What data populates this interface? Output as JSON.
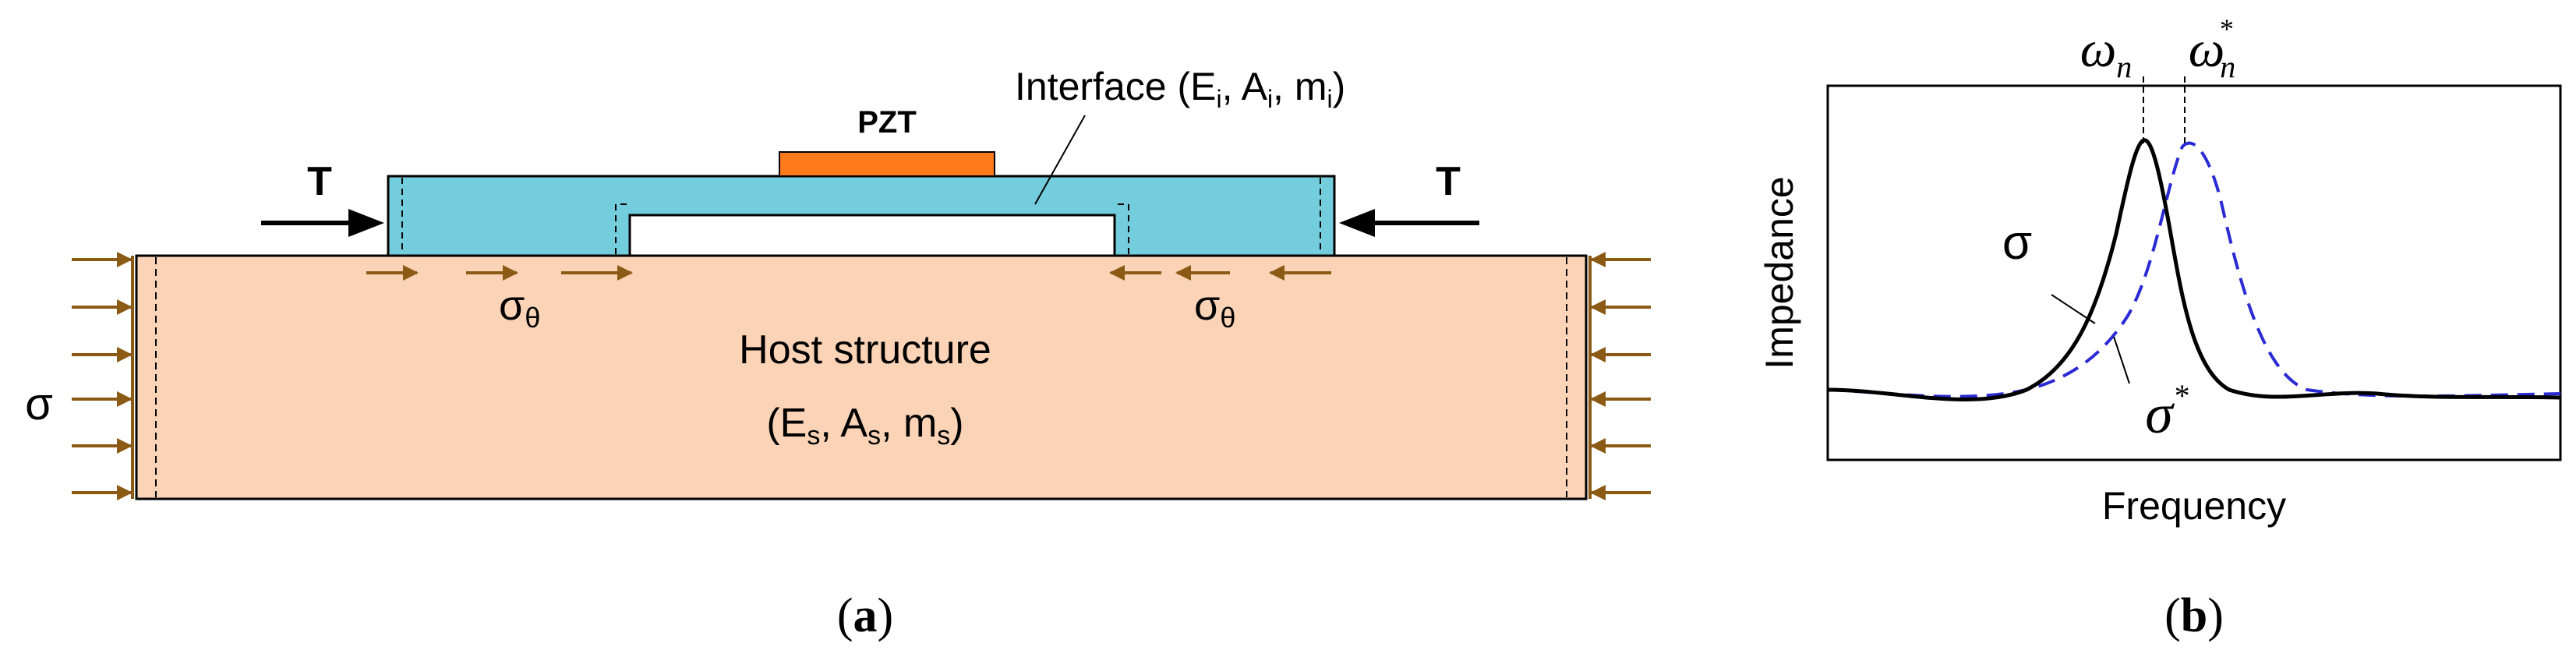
{
  "panel_a": {
    "pzt_label": "PZT",
    "interface_label": {
      "prefix": "Interface (E",
      "e_sub": "i",
      "sep1": ", A",
      "a_sub": "i",
      "sep2": ", m",
      "m_sub": "i",
      "suffix": ")"
    },
    "host_label_line1": "Host structure",
    "host_label_line2": {
      "prefix": "(E",
      "e_sub": "s",
      "sep1": ", A",
      "a_sub": "s",
      "sep2": ", m",
      "m_sub": "s",
      "suffix": ")"
    },
    "tension_left": "T",
    "tension_right": "T",
    "stress_left": {
      "symbol": "σ",
      "sub": "θ"
    },
    "stress_right": {
      "symbol": "σ",
      "sub": "θ"
    },
    "applied_stress": "σ",
    "caption": {
      "open": "(",
      "letter": "a",
      "close": ")"
    }
  },
  "panel_b": {
    "xlabel": "Frequency",
    "ylabel": "Impedance",
    "peak_label": {
      "symbol": "ω",
      "sub": "n"
    },
    "shifted_peak_label": {
      "symbol": "ω",
      "sub": "n",
      "sup": "*"
    },
    "curve_label": "σ",
    "shifted_curve_label": {
      "symbol": "σ",
      "sup": "*"
    },
    "caption": {
      "open": "(",
      "letter": "b",
      "close": ")"
    }
  },
  "colors": {
    "pzt": "#ff7a1a",
    "interface": "#74cddc",
    "host": "#fbd3b6",
    "arrow_brown": "#8b5a14",
    "dashed_curve": "#2b2bd6",
    "solid_curve": "#000000"
  }
}
